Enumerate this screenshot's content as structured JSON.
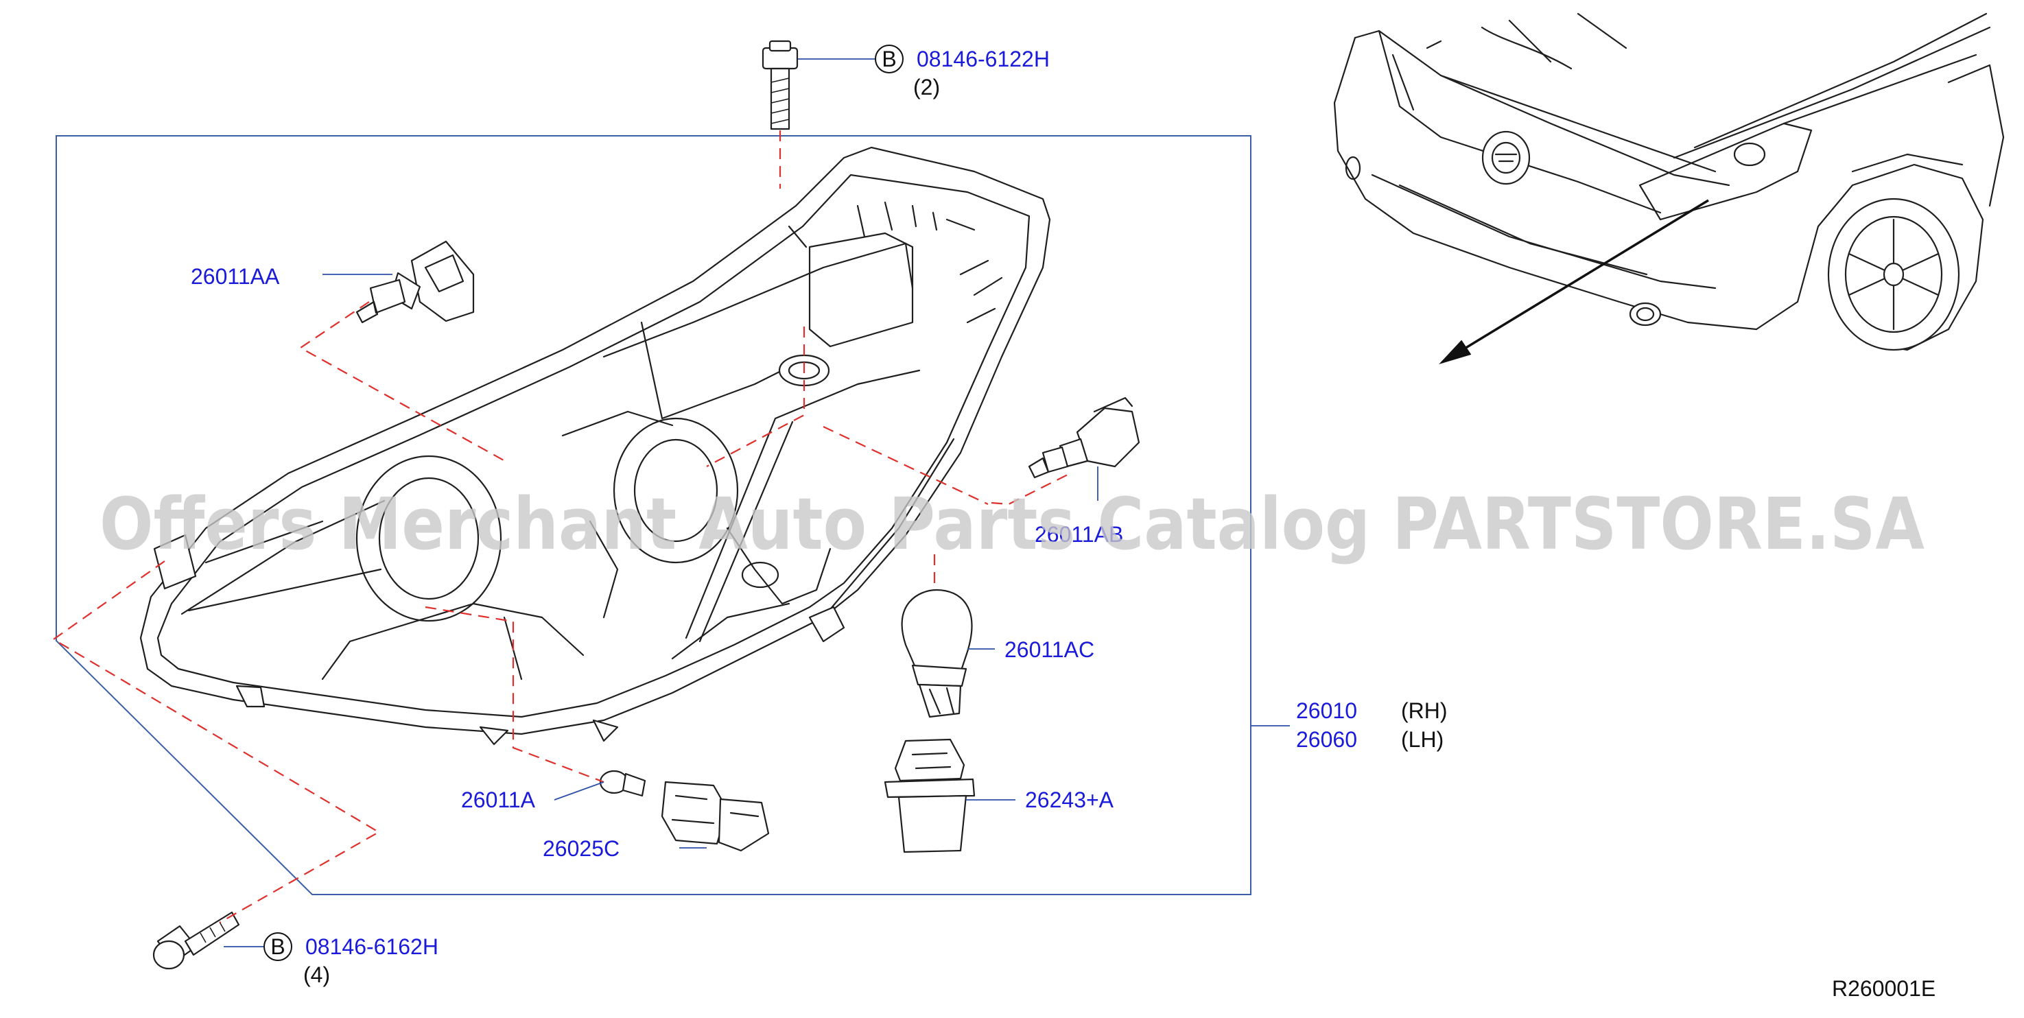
{
  "diagram": {
    "ref_code": "R260001E",
    "watermark": "Offers Merchant Auto Parts Catalog PARTSTORE.SA",
    "callout_letter": "B",
    "parts": {
      "bolt_top": {
        "number": "08146-6122H",
        "qty": "(2)"
      },
      "bolt_bottom": {
        "number": "08146-6162H",
        "qty": "(4)"
      },
      "bulb_aa": "26011AA",
      "bulb_ab": "26011AB",
      "bulb_ac": "26011AC",
      "bulb_a": "26011A",
      "socket_c": "26025C",
      "socket_a": "26243+A",
      "assy_rh": {
        "number": "26010",
        "side": "(RH)"
      },
      "assy_lh": {
        "number": "26060",
        "side": "(LH)"
      }
    }
  }
}
